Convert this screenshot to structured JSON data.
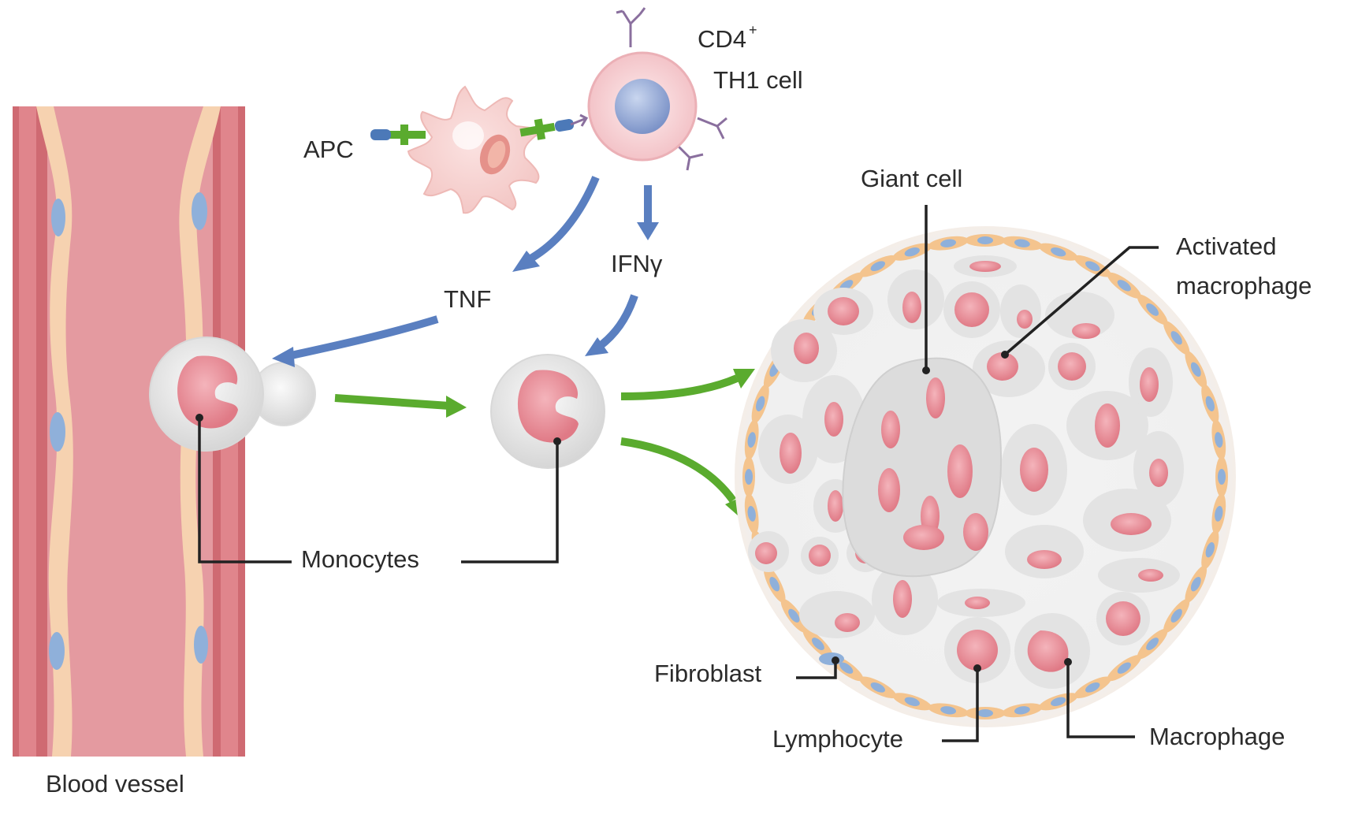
{
  "labels": {
    "cd4": "CD4",
    "cd4_sup": "+",
    "th1": "TH1 cell",
    "apc": "APC",
    "giant_cell": "Giant cell",
    "activated_line1": "Activated",
    "activated_line2": "macrophage",
    "ifn": "IFNγ",
    "tnf": "TNF",
    "monocytes": "Monocytes",
    "fibroblast": "Fibroblast",
    "lymphocyte": "Lymphocyte",
    "macrophage": "Macrophage",
    "blood_vessel": "Blood vessel"
  },
  "colors": {
    "vessel_wall": "#cf6a72",
    "vessel_lumen": "#e49aa0",
    "endothelium": "#f6d2b0",
    "nucleus_blue": "#8fb0da",
    "cytokine_arrow": "#5a7fc0",
    "migration_arrow": "#5aab2e",
    "cell_pink": "#e88e98",
    "cell_grey": "#e6e6e6",
    "fibroblast": "#f4c48e"
  }
}
